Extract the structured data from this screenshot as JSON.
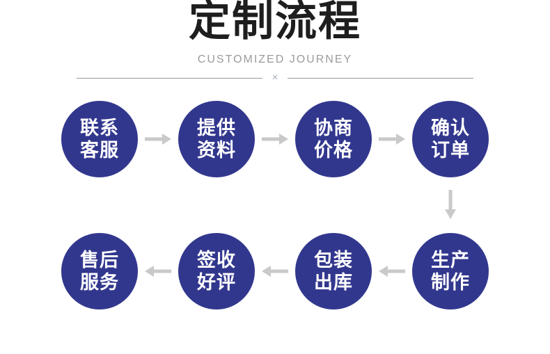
{
  "colors": {
    "circle_blue": "#32378e",
    "arrow_gray": "#c9c9c9",
    "divider_gray": "#999999",
    "divider_x_gray": "#aab0bd",
    "subtitle_gray": "#9b9b9b",
    "title_black": "#1e1e1e"
  },
  "header": {
    "title": "定制流程",
    "subtitle": "CUSTOMIZED JOURNEY",
    "divider_symbol": "×"
  },
  "flow": {
    "top_row": [
      {
        "line1": "联系",
        "line2": "客服"
      },
      {
        "line1": "提供",
        "line2": "资料"
      },
      {
        "line1": "协商",
        "line2": "价格"
      },
      {
        "line1": "确认",
        "line2": "订单"
      }
    ],
    "bottom_row": [
      {
        "line1": "售后",
        "line2": "服务"
      },
      {
        "line1": "签收",
        "line2": "好评"
      },
      {
        "line1": "包装",
        "line2": "出库"
      },
      {
        "line1": "生产",
        "line2": "制作"
      }
    ]
  }
}
